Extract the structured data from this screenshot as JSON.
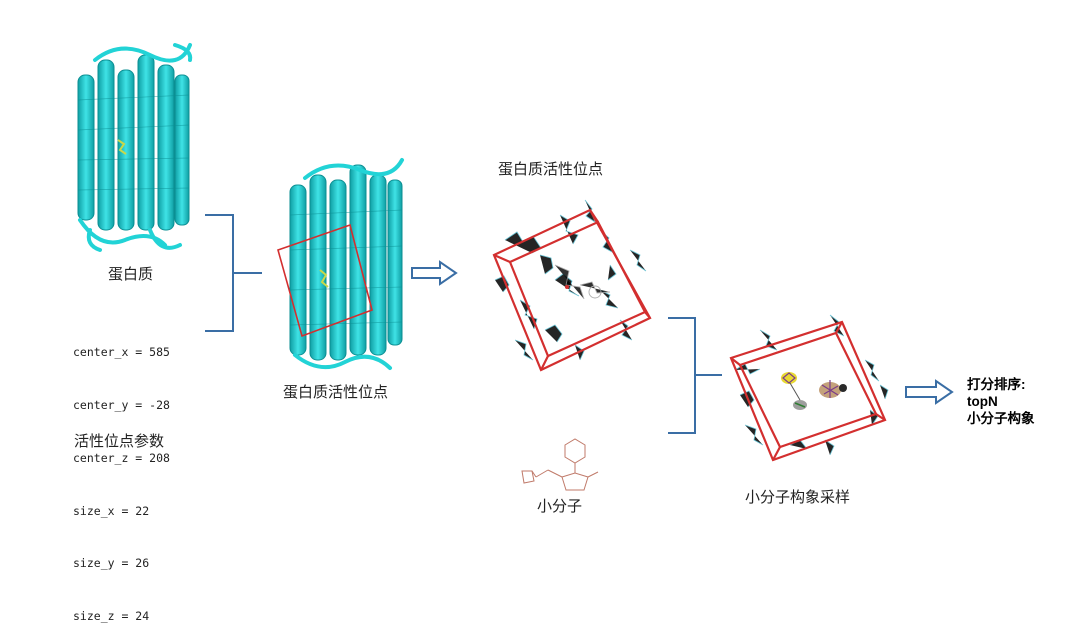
{
  "labels": {
    "protein": "蛋白质",
    "protein_site": "蛋白质活性位点",
    "protein_site_top": "蛋白质活性位点",
    "site_params": "活性位点参数",
    "small_molecule": "小分子",
    "conformer_sampling": "小分子构象采样"
  },
  "params": [
    "center_x = 585",
    "center_y = -28",
    "center_z = 208",
    "size_x = 22",
    "size_y = 26",
    "size_z = 24"
  ],
  "result": {
    "line1": "打分排序:",
    "line2": "topN",
    "line3": "小分子构象"
  },
  "colors": {
    "protein": "#22d3d6",
    "box": "#d32f2f",
    "bracket": "#3a6ea5",
    "arrow": "#3a6ea5",
    "ligand": "#c07a6a"
  }
}
